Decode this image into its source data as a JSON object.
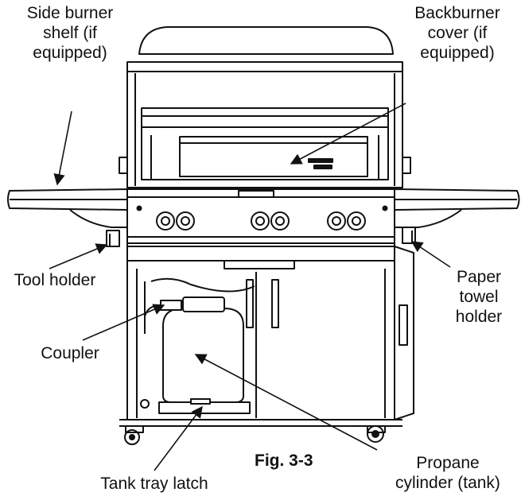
{
  "labels": {
    "side_burner_shelf": [
      "Side burner",
      "shelf (if",
      "equipped)"
    ],
    "backburner_cover": [
      "Backburner",
      "cover (if",
      "equipped)"
    ],
    "tool_holder": [
      "Tool holder"
    ],
    "paper_towel_holder": [
      "Paper",
      "towel",
      "holder"
    ],
    "coupler": [
      "Coupler"
    ],
    "tank_tray_latch": [
      "Tank tray latch"
    ],
    "propane_cylinder": [
      "Propane",
      "cylinder (tank)"
    ]
  },
  "figure_caption": "Fig. 3-3"
}
